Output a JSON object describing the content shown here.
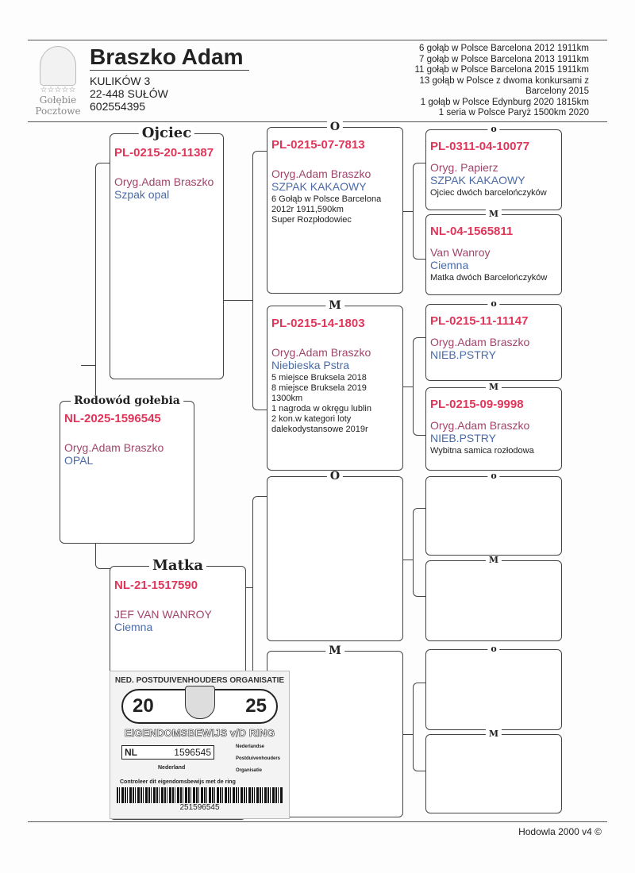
{
  "header": {
    "name": "Braszko Adam",
    "address1": "KULIKÓW 3",
    "address2": "22-448 SUŁÓW",
    "phone": "602554395",
    "logo_text1": "Gołębie",
    "logo_text2": "Pocztowe",
    "logo_stars": "☆☆☆☆☆",
    "achievements": [
      "6  gołąb w  Polsce   Barcelona 2012 1911km",
      "7 gołąb w Polsce   Barcelona 2013 1911km",
      "11  gołąb w Polsce  Barcelona 2015   1911km",
      "13 gołąb w Polsce z dwoma konkursami z",
      "Barcelony 2015",
      "1  gołąb w Polsce  Edynburg 2020 1815km",
      "1 seria w Polsce  Paryż 1500km 2020"
    ]
  },
  "subject": {
    "label": "Rodowód gołebia",
    "ring": "NL-2025-1596545",
    "owner": "Oryg.Adam Braszko",
    "breed": "OPAL"
  },
  "father": {
    "label": "Ojciec",
    "ring": "PL-0215-20-11387",
    "owner": "Oryg.Adam Braszko",
    "breed": "Szpak  opal"
  },
  "mother": {
    "label": "Matka",
    "ring": "NL-21-1517590",
    "owner": "JEF VAN WANROY",
    "breed": "Ciemna"
  },
  "ff": {
    "label": "O",
    "ring": "PL-0215-07-7813",
    "owner": "Oryg.Adam Braszko",
    "breed": "SZPAK KAKAOWY",
    "note": "  6  Gołąb w Polsce Barcelona\n2012r 1911,590km\nSuper Rozpłodowiec"
  },
  "fm": {
    "label": "M",
    "ring": "PL-0215-14-1803",
    "owner": "Oryg.Adam Braszko",
    "breed": "Niebieska Pstra",
    "note": "5 miejsce Bruksela 2018\n8 miejsce Bruksela 2019\n1300km\n1 nagroda w okręgu lublin\n2 kon.w kategori loty\ndalekodystansowe 2019r"
  },
  "mf": {
    "label": "O"
  },
  "mm": {
    "label": "M"
  },
  "fff": {
    "label": "o",
    "ring": "PL-0311-04-10077",
    "owner": "Oryg. Papierz",
    "breed": "SZPAK KAKAOWY",
    "note": "Ojciec dwóch barcelończyków"
  },
  "ffm": {
    "label": "M",
    "ring": "NL-04-1565811",
    "owner": "Van Wanroy",
    "breed": "Ciemna",
    "note": "Matka dwóch Barcelończyków"
  },
  "fmf": {
    "label": "o",
    "ring": "PL-0215-11-11147",
    "owner": "Oryg.Adam Braszko",
    "breed": "NIEB.PSTRY"
  },
  "fmm": {
    "label": "M",
    "ring": "PL-0215-09-9998",
    "owner": "Oryg.Adam Braszko",
    "breed": "NIEB.PSTRY",
    "note": " Wybitna samica  rozłodowa"
  },
  "mff": {
    "label": "o"
  },
  "mfm": {
    "label": "M"
  },
  "mmf": {
    "label": "o"
  },
  "mmm": {
    "label": "M"
  },
  "card": {
    "org": "NED. POSTDUIVENHOUDERS ORGANISATIE",
    "year_left": "20",
    "year_right": "25",
    "title": "EIGENDOMSBEWIJS v/D RING",
    "country": "NL",
    "number": "1596545",
    "nl": "Nederland",
    "n": "Nederlandse",
    "p": "Postduivenhouders",
    "o": "Organisatie",
    "check": "Controleer dit eigendomsbewijs met de ring",
    "barcode": "251596545"
  },
  "footer": {
    "text": "Hodowla 2000 v4 ©"
  }
}
